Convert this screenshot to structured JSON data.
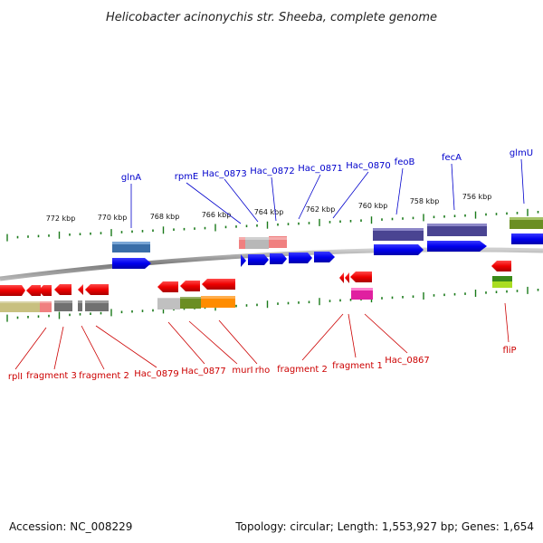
{
  "title": "Helicobacter acinonychis str. Sheeba, complete genome",
  "accession_text": "Accession: NC_008229",
  "summary_text": "Topology: circular; Length: 1,553,927 bp; Genes: 1,654",
  "colors": {
    "top_label": "#0000cc",
    "bottom_label": "#cc0000",
    "tick": "#1a7a1a",
    "backbone": "#888888",
    "blue_feature": "#0000ee",
    "red_feature": "#ee0000"
  },
  "ticks": [
    "772 kbp",
    "770 kbp",
    "768 kbp",
    "766 kbp",
    "764 kbp",
    "762 kbp",
    "760 kbp",
    "758 kbp",
    "756 kbp"
  ],
  "top_genes": [
    "glnA",
    "rpmE",
    "Hac_0873",
    "Hac_0872",
    "Hac_0871",
    "Hac_0870",
    "feoB",
    "fecA",
    "glmU"
  ],
  "bottom_genes": [
    "rplI",
    "fragment 3",
    "fragment 2",
    "Hac_0879",
    "Hac_0877",
    "murI",
    "rho",
    "fragment 2",
    "fragment 1",
    "Hac_0867",
    "fliP"
  ]
}
